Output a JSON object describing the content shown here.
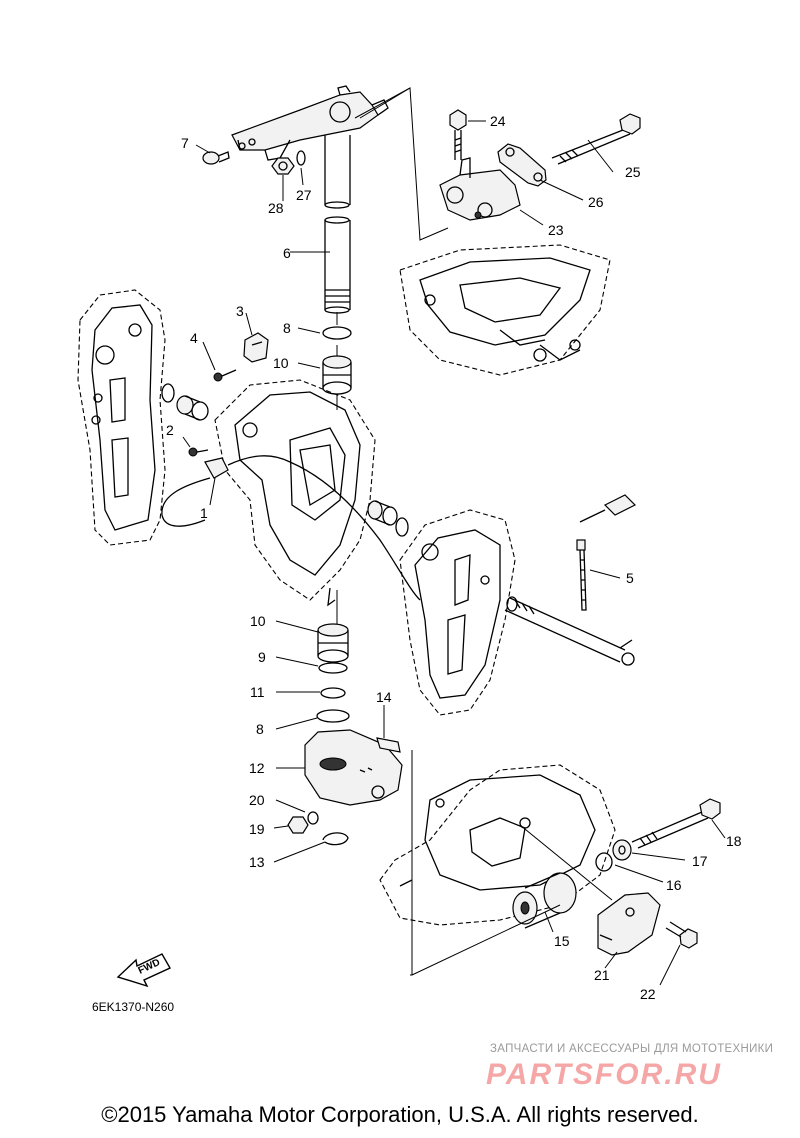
{
  "diagram": {
    "code": "6EK1370-N260",
    "fwd_label": "FWD",
    "callouts": [
      "1",
      "2",
      "3",
      "4",
      "5",
      "6",
      "7",
      "8",
      "8",
      "9",
      "10",
      "10",
      "11",
      "12",
      "13",
      "14",
      "15",
      "16",
      "17",
      "18",
      "19",
      "20",
      "21",
      "22",
      "23",
      "24",
      "25",
      "26",
      "27",
      "28"
    ]
  },
  "watermark": {
    "subtitle": "ЗАПЧАСТИ И АКСЕССУАРЫ ДЛЯ МОТОТЕХНИКИ",
    "logo": "PARTSFOR.RU"
  },
  "copyright": "©2015 Yamaha Motor Corporation, U.S.A. All rights reserved."
}
